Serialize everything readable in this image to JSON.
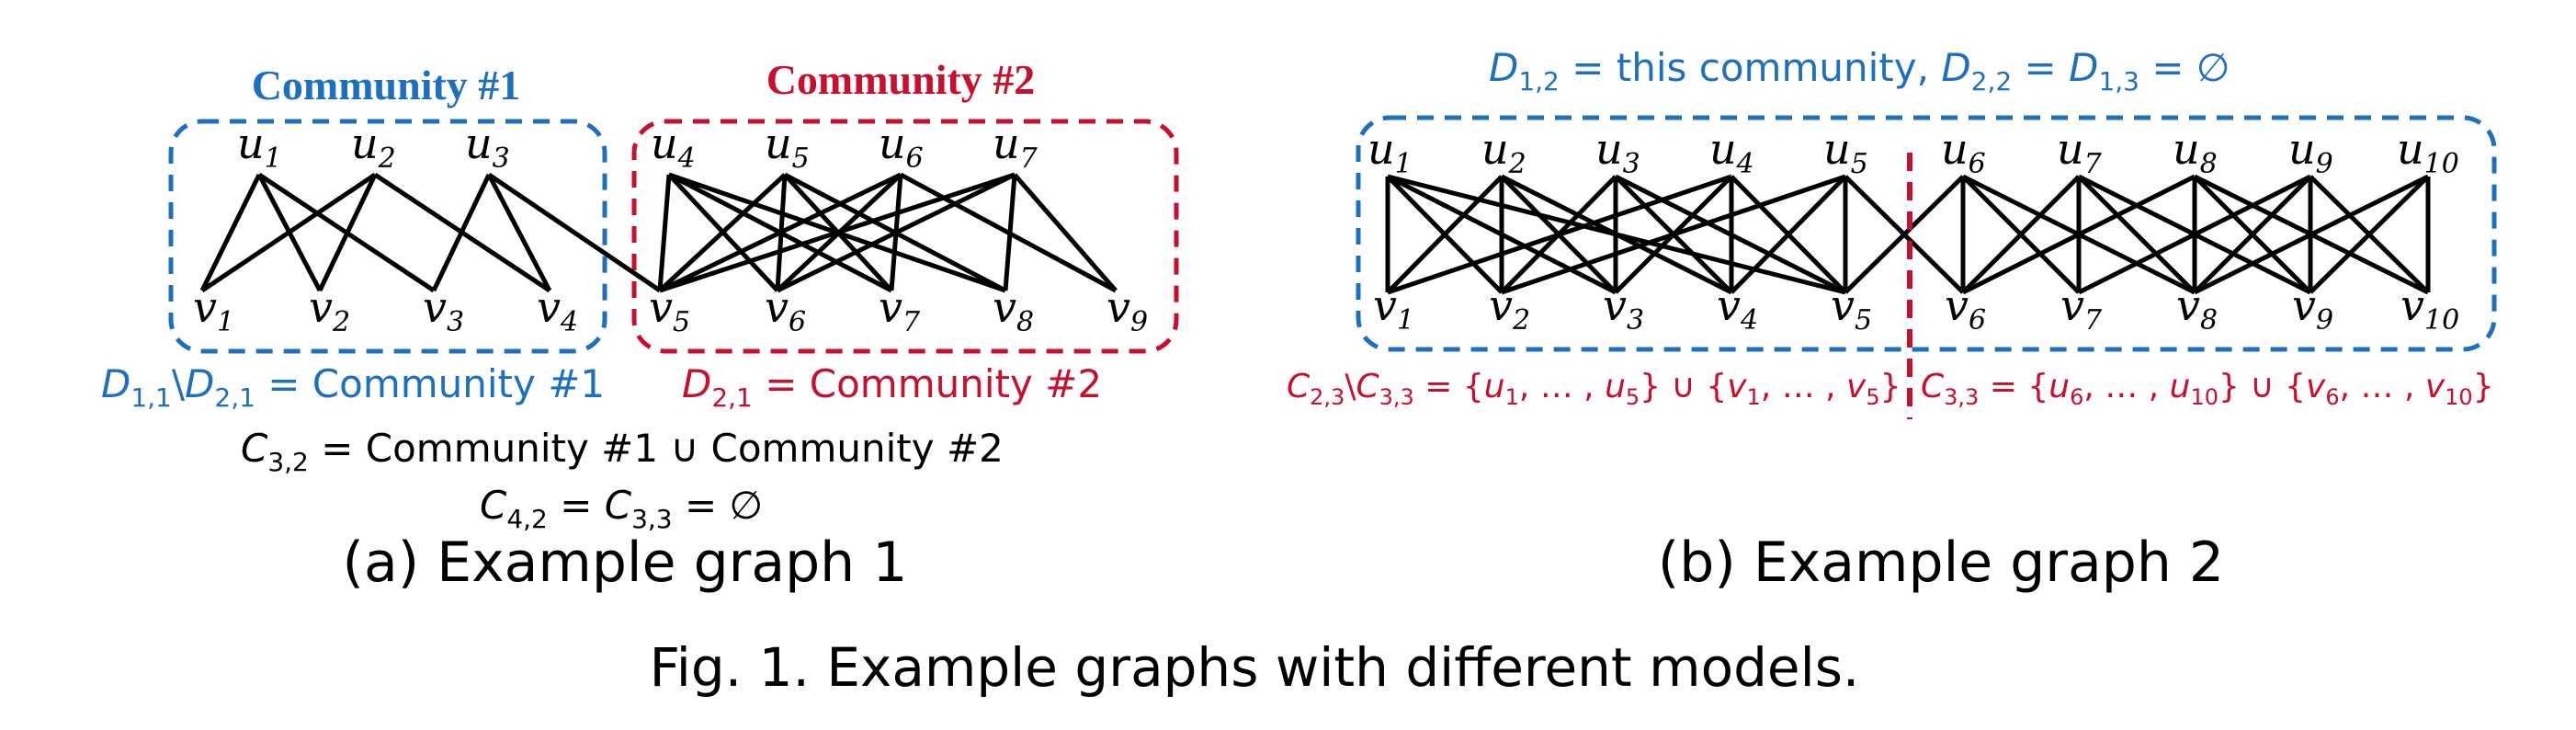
{
  "graph_a": {
    "title_left": "Community #1",
    "title_right": "Community #2",
    "u": [
      "u1",
      "u2",
      "u3",
      "u4",
      "u5",
      "u6",
      "u7"
    ],
    "v": [
      "v1",
      "v2",
      "v3",
      "v4",
      "v5",
      "v6",
      "v7",
      "v8",
      "v9"
    ],
    "formula_blue": "D1,1\\D2,1 = Community #1",
    "formula_red": "D2,1 = Community #2",
    "formula_c32": "C3,2 = Community #1 ∪ Community #2",
    "formula_c42": "C4,2 = C3,3 = ∅",
    "caption": "(a) Example graph 1",
    "colors": {
      "community1": "#1f6fbf",
      "community2": "#c8102e"
    }
  },
  "graph_b": {
    "title": "D1,2 = this community,  D2,2 = D1,3 = ∅",
    "u": [
      "u1",
      "u2",
      "u3",
      "u4",
      "u5",
      "u6",
      "u7",
      "u8",
      "u9",
      "u10"
    ],
    "v": [
      "v1",
      "v2",
      "v3",
      "v4",
      "v5",
      "v6",
      "v7",
      "v8",
      "v9",
      "v10"
    ],
    "formula_left": "C2,3\\C3,3 = {u1, … , u5} ∪ {v1, … , v5}",
    "formula_right": "C3,3 = {u6, … , u10} ∪ {v6, … , v10}",
    "caption": "(b) Example graph 2",
    "colors": {
      "title": "#1f6fbf",
      "formula": "#c8102e",
      "divider": "#c8102e"
    }
  },
  "figure_caption": "Fig. 1.  Example graphs with different models."
}
